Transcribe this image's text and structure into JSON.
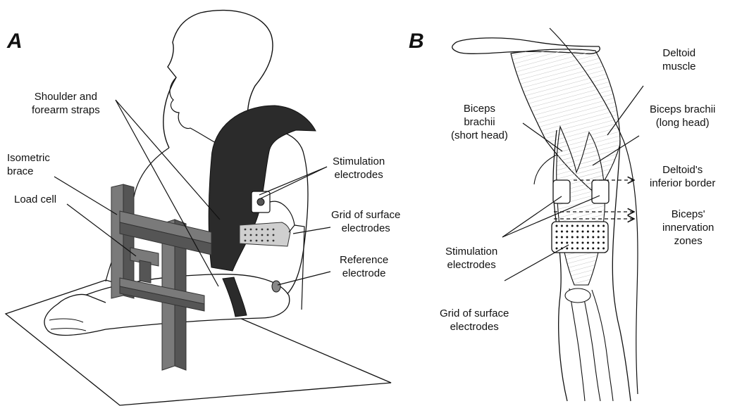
{
  "panels": {
    "a": {
      "letter": "A",
      "labels": {
        "straps": [
          "Shoulder and",
          "forearm straps"
        ],
        "isometric_brace": [
          "Isometric",
          "brace"
        ],
        "load_cell": [
          "Load cell"
        ],
        "stimulation_electrodes": [
          "Stimulation",
          "electrodes"
        ],
        "grid_electrodes": [
          "Grid of surface",
          "electrodes"
        ],
        "reference_electrode": [
          "Reference",
          "electrode"
        ]
      }
    },
    "b": {
      "letter": "B",
      "labels": {
        "deltoid_muscle": [
          "Deltoid",
          "muscle"
        ],
        "biceps_short": [
          "Biceps",
          "brachii",
          "(short head)"
        ],
        "biceps_long": [
          "Biceps brachii",
          "(long head)"
        ],
        "deltoid_border": [
          "Deltoid's",
          "inferior border"
        ],
        "biceps_iz": [
          "Biceps'",
          "innervation",
          "zones"
        ],
        "stimulation_electrodes": [
          "Stimulation",
          "electrodes"
        ],
        "grid_electrodes": [
          "Grid of surface",
          "electrodes"
        ]
      }
    }
  },
  "colors": {
    "strap": "#2b2b2b",
    "brace": "#7a7a7a",
    "brace_dark": "#555555",
    "line": "#1a1a1a",
    "muscle": "#dcdcdc"
  }
}
